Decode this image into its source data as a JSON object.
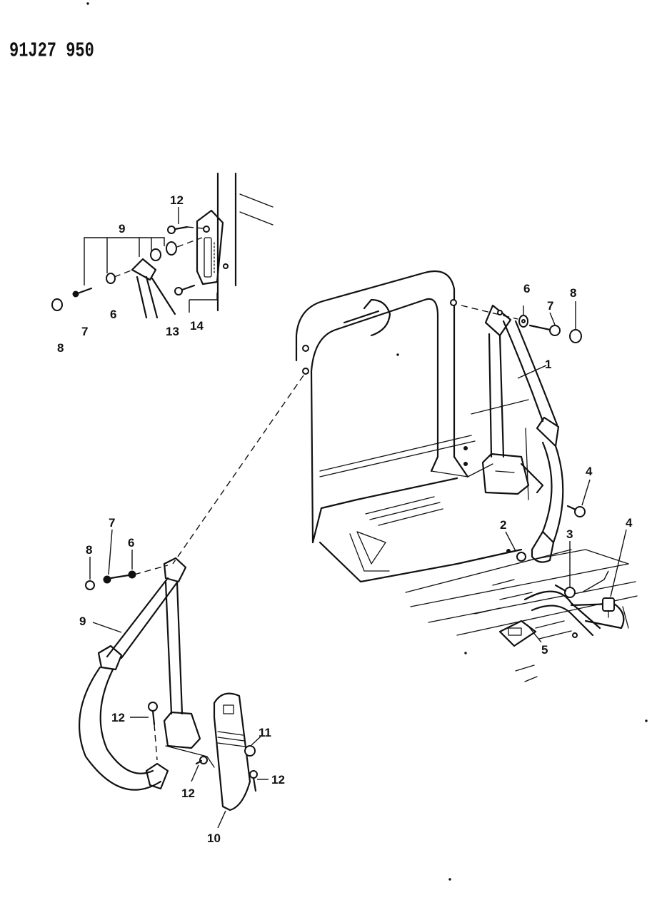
{
  "drawing_ref": "91J27 950",
  "callouts": {
    "c1": "1",
    "c2": "2",
    "c3": "3",
    "c4a": "4",
    "c4b": "4",
    "c5": "5",
    "c6a": "6",
    "c6b": "6",
    "c6c": "6",
    "c7a": "7",
    "c7b": "7",
    "c7c": "7",
    "c8a": "8",
    "c8b": "8",
    "c8c": "8",
    "c9a": "9",
    "c9b": "9",
    "c10": "10",
    "c11": "11",
    "c12a": "12",
    "c12b": "12",
    "c12c": "12",
    "c12d": "12",
    "c13": "13",
    "c14": "14"
  }
}
